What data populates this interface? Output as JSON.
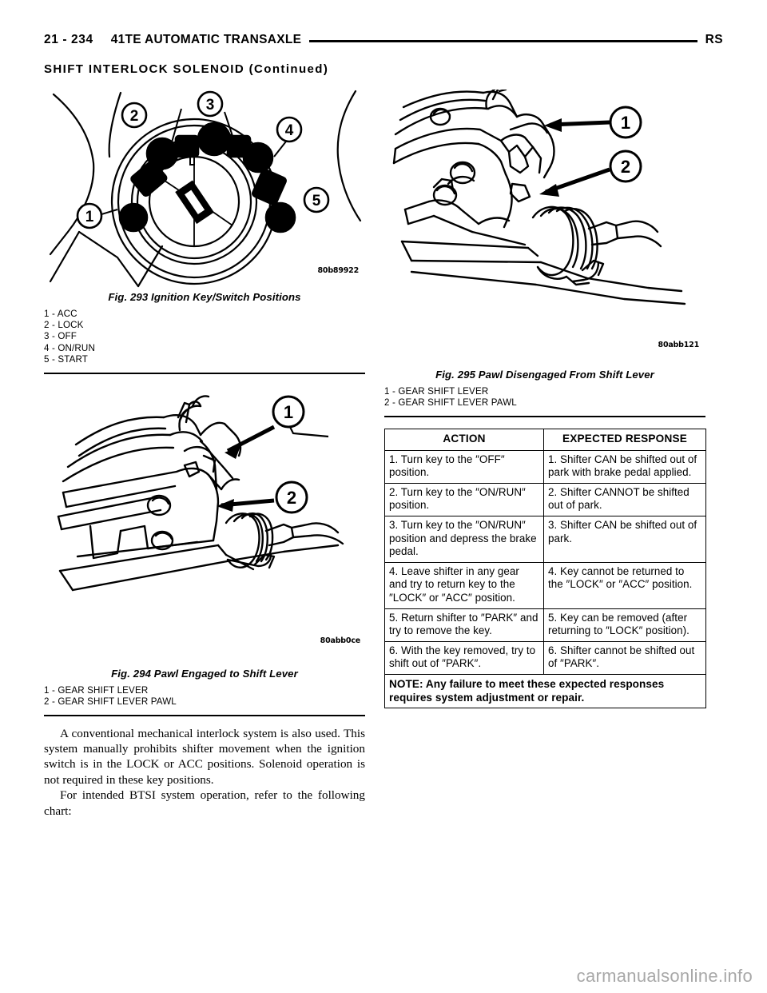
{
  "header": {
    "page_number": "21 - 234",
    "chapter_title": "41TE AUTOMATIC TRANSAXLE",
    "book_code": "RS",
    "section_title": "SHIFT INTERLOCK SOLENOID (Continued)"
  },
  "figures": [
    {
      "caption": "Fig. 293 Ignition Key/Switch Positions",
      "art_code": "80b89922",
      "callouts": [
        "1 - ACC",
        "2 - LOCK",
        "3 - OFF",
        "4 - ON/RUN",
        "5 - START"
      ]
    },
    {
      "caption": "Fig. 294 Pawl Engaged to Shift Lever",
      "art_code": "80abb0ce",
      "callouts": [
        "1 - GEAR SHIFT LEVER",
        "2 - GEAR SHIFT LEVER PAWL"
      ]
    },
    {
      "caption": "Fig. 295 Pawl Disengaged From Shift Lever",
      "art_code": "80abb121",
      "callouts": [
        "1 - GEAR SHIFT LEVER",
        "2 - GEAR SHIFT LEVER PAWL"
      ]
    }
  ],
  "body": {
    "paragraph_1": "A conventional mechanical interlock system is also used. This system manually prohibits shifter movement when the ignition switch is in the LOCK or ACC positions. Solenoid operation is not required in these key positions.",
    "paragraph_2": "For intended BTSI system operation, refer to the following chart:"
  },
  "table": {
    "columns": [
      "ACTION",
      "EXPECTED RESPONSE"
    ],
    "rows": [
      {
        "action": "1. Turn key to the ″OFF″ position.",
        "response": "1. Shifter CAN be shifted out of park with brake pedal applied."
      },
      {
        "action": "2. Turn key to the ″ON/RUN″ position.",
        "response": "2. Shifter CANNOT be shifted out of park."
      },
      {
        "action": "3. Turn key to the ″ON/RUN″ position and depress the brake pedal.",
        "response": "3. Shifter CAN be shifted out of park."
      },
      {
        "action": "4. Leave shifter in any gear and try to return key to the ″LOCK″ or ″ACC″ position.",
        "response": "4. Key cannot be returned to the ″LOCK″ or ″ACC″ position."
      },
      {
        "action": "5. Return shifter to ″PARK″ and try to remove the key.",
        "response": "5. Key can be removed (after returning to ″LOCK″ position)."
      },
      {
        "action": "6. With the key removed, try to shift out of ″PARK″.",
        "response": "6. Shifter cannot be shifted out of ″PARK″."
      }
    ],
    "note": "NOTE: Any failure to meet these expected responses requires system adjustment or repair."
  },
  "watermark": "carmanualsonline.info"
}
